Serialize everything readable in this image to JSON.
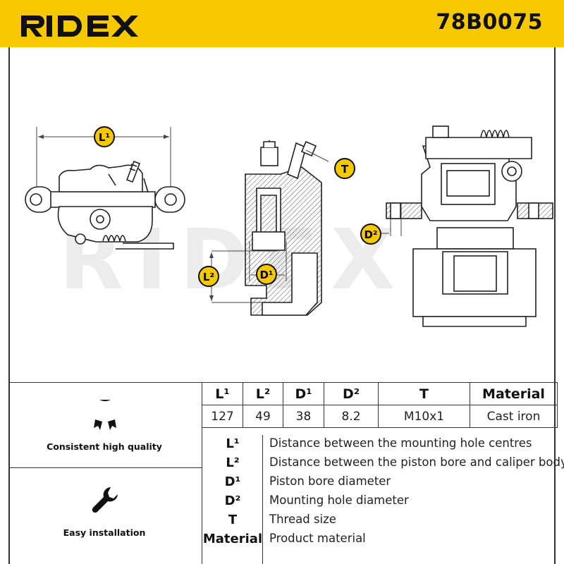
{
  "header": {
    "brand": "RIDEX",
    "part_number": "78B0075",
    "brand_color": "#f5c800"
  },
  "watermark": "RIDEX",
  "drawing_labels": {
    "l1": "L¹",
    "l2": "L²",
    "d1": "D¹",
    "d2": "D²",
    "t": "T"
  },
  "features": [
    {
      "icon": "shield-check-icon",
      "label": "Consistent high quality"
    },
    {
      "icon": "wrench-icon",
      "label": "Easy installation"
    }
  ],
  "specs_table": {
    "headers": [
      "L¹",
      "L²",
      "D¹",
      "D²",
      "T",
      "Material"
    ],
    "values": [
      "127",
      "49",
      "38",
      "8.2",
      "M10x1",
      "Cast iron"
    ]
  },
  "legend": [
    {
      "key": "L¹",
      "text": "Distance between the mounting hole centres"
    },
    {
      "key": "L²",
      "text": "Distance between the piston bore and caliper body"
    },
    {
      "key": "D¹",
      "text": "Piston bore diameter"
    },
    {
      "key": "D²",
      "text": "Mounting hole diameter"
    },
    {
      "key": "T",
      "text": "Thread size"
    },
    {
      "key": "Material",
      "text": "Product material"
    }
  ]
}
